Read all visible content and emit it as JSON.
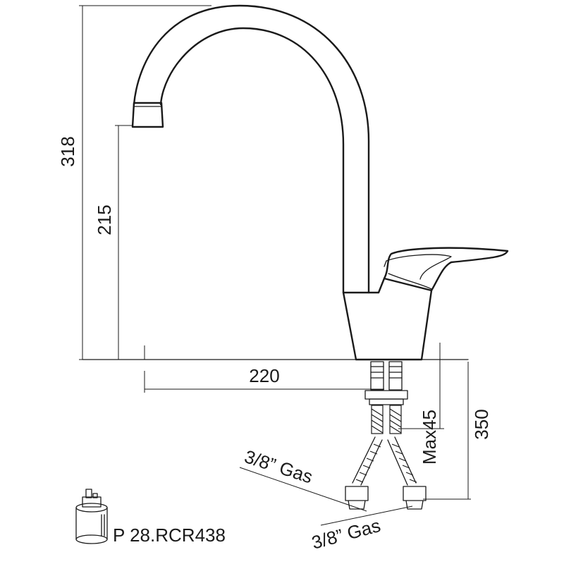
{
  "dimensions": {
    "total_height": "318",
    "spout_height": "215",
    "spout_reach": "220",
    "hose_length": "350",
    "max_thickness": "Max45"
  },
  "connections": {
    "left_hose": "3/8” Gas",
    "right_hose": "3/8” Gas"
  },
  "cartridge": {
    "code": "P 28.RCR438"
  }
}
